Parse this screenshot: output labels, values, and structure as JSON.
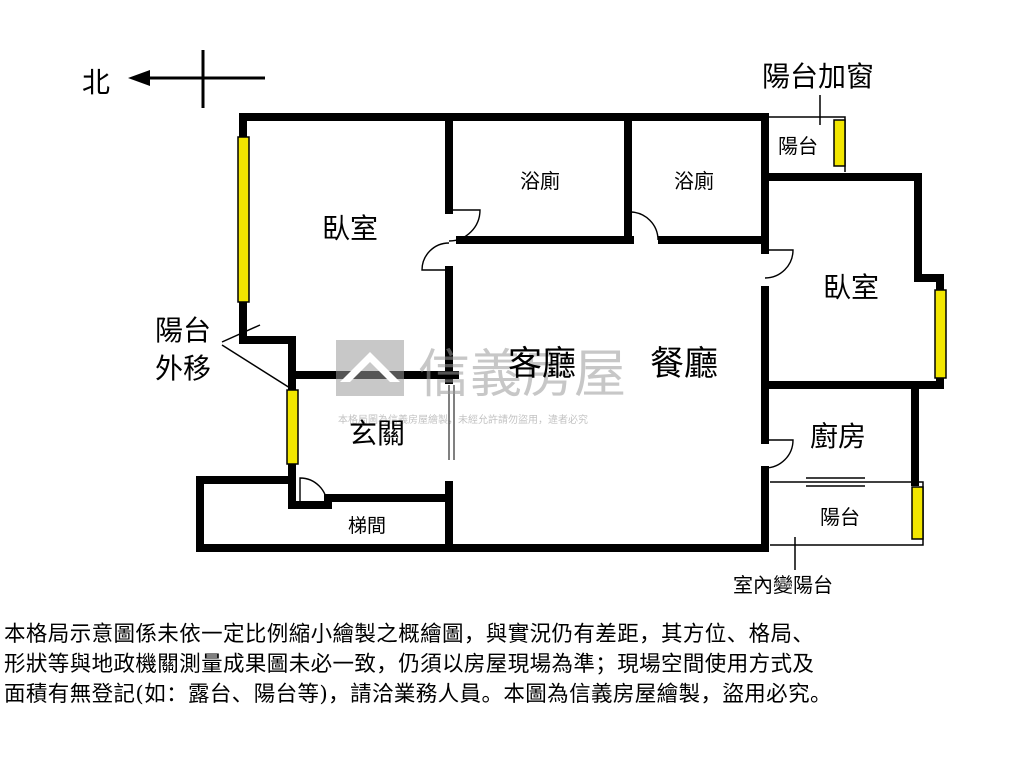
{
  "compass": {
    "north_label": "北"
  },
  "rooms": {
    "bedroom_left": "臥室",
    "bedroom_right": "臥室",
    "bath_1": "浴廁",
    "bath_2": "浴廁",
    "living": "客廳",
    "dining": "餐廳",
    "entrance": "玄關",
    "stair": "梯間",
    "kitchen": "廚房",
    "balcony_top": "陽台",
    "balcony_bottom": "陽台"
  },
  "annotations": {
    "balcony_window": "陽台加窗",
    "balcony_shift_line1": "陽台",
    "balcony_shift_line2": "外移",
    "indoor_to_balcony": "室內變陽台"
  },
  "watermark": {
    "brand": "信義房屋",
    "notice": "本格局圖為信義房屋繪製，未經允許請勿盜用，違者必究"
  },
  "disclaimer": [
    "本格局示意圖係未依一定比例縮小繪製之概繪圖，與實況仍有差距，其方位、格局、",
    "形狀等與地政機關測量成果圖未必一致，仍須以房屋現場為準；現場空間使用方式及",
    "面積有無登記(如：露台、陽台等)，請洽業務人員。本圖為信義房屋繪製，盜用必究。"
  ],
  "colors": {
    "wall": "#000000",
    "window_fill": "#f2e600",
    "watermark": "#9a9a9a"
  }
}
